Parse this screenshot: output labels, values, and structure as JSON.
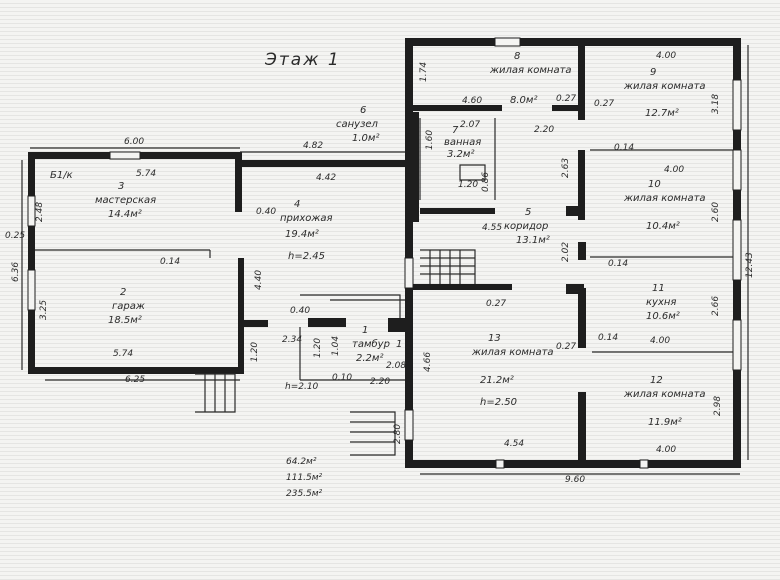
{
  "title": "Этаж 1",
  "rooms": [
    {
      "no": "1",
      "name": "тамбур",
      "area": "2.2м²"
    },
    {
      "no": "2",
      "name": "гараж",
      "area": "18.5м²"
    },
    {
      "no": "3",
      "name": "мастерская",
      "area": "14.4м²"
    },
    {
      "no": "4",
      "name": "прихожая",
      "area": "19.4м²"
    },
    {
      "no": "5",
      "name": "коридор",
      "area": "13.1м²"
    },
    {
      "no": "6",
      "name": "санузел",
      "area": "1.0м²"
    },
    {
      "no": "7",
      "name": "ванная",
      "area": "3.2м²"
    },
    {
      "no": "8",
      "name": "жилая комната",
      "area": "8.0м²"
    },
    {
      "no": "9",
      "name": "жилая комната",
      "area": "12.7м²"
    },
    {
      "no": "10",
      "name": "жилая комната",
      "area": "10.4м²"
    },
    {
      "no": "11",
      "name": "кухня",
      "area": "10.6м²"
    },
    {
      "no": "12",
      "name": "жилая комната",
      "area": "11.9м²"
    },
    {
      "no": "13",
      "name": "жилая комната",
      "area": "21.2м²"
    }
  ],
  "marks": {
    "b1k": "Б1/к",
    "h_hall": "h=2.45",
    "h_room13": "h=2.50",
    "h_tambur": "h=2.10",
    "tambur_no2": "1"
  },
  "dims": {
    "d600": "6.00",
    "d574a": "5.74",
    "d574b": "5.74",
    "d625": "6.25",
    "d482": "4.82",
    "d442": "4.42",
    "d040a": "0.40",
    "d040b": "0.40",
    "d440": "4.40",
    "d014a": "0.14",
    "d234": "2.34",
    "d120a": "1.20",
    "d120b": "1.20",
    "d104": "1.04",
    "d010": "0.10",
    "d208": "2.08",
    "d220a": "2.20",
    "d248": "2.48",
    "d025": "0.25",
    "d636": "6.36",
    "d325": "3.25",
    "d174": "1.74",
    "d460": "4.60",
    "d207": "2.07",
    "d027a": "0.27",
    "d027b": "0.27",
    "d220b": "2.20",
    "d400a": "4.00",
    "d318": "3.18",
    "d160": "1.60",
    "d120c": "1.20",
    "d086": "0.86",
    "d455": "4.55",
    "d263": "2.63",
    "d014b": "0.14",
    "d400b": "4.00",
    "d260": "2.60",
    "d202": "2.02",
    "d014c": "0.14",
    "d1243": "12.43",
    "d027c": "0.27",
    "d266": "2.66",
    "d027d": "0.27",
    "d014d": "0.14",
    "d400c": "4.00",
    "d466": "4.66",
    "d298": "2.98",
    "d280": "2.80",
    "d454": "4.54",
    "d400d": "4.00",
    "d960": "9.60"
  },
  "totals": [
    "64.2м²",
    "111.5м²",
    "235.5м²"
  ]
}
